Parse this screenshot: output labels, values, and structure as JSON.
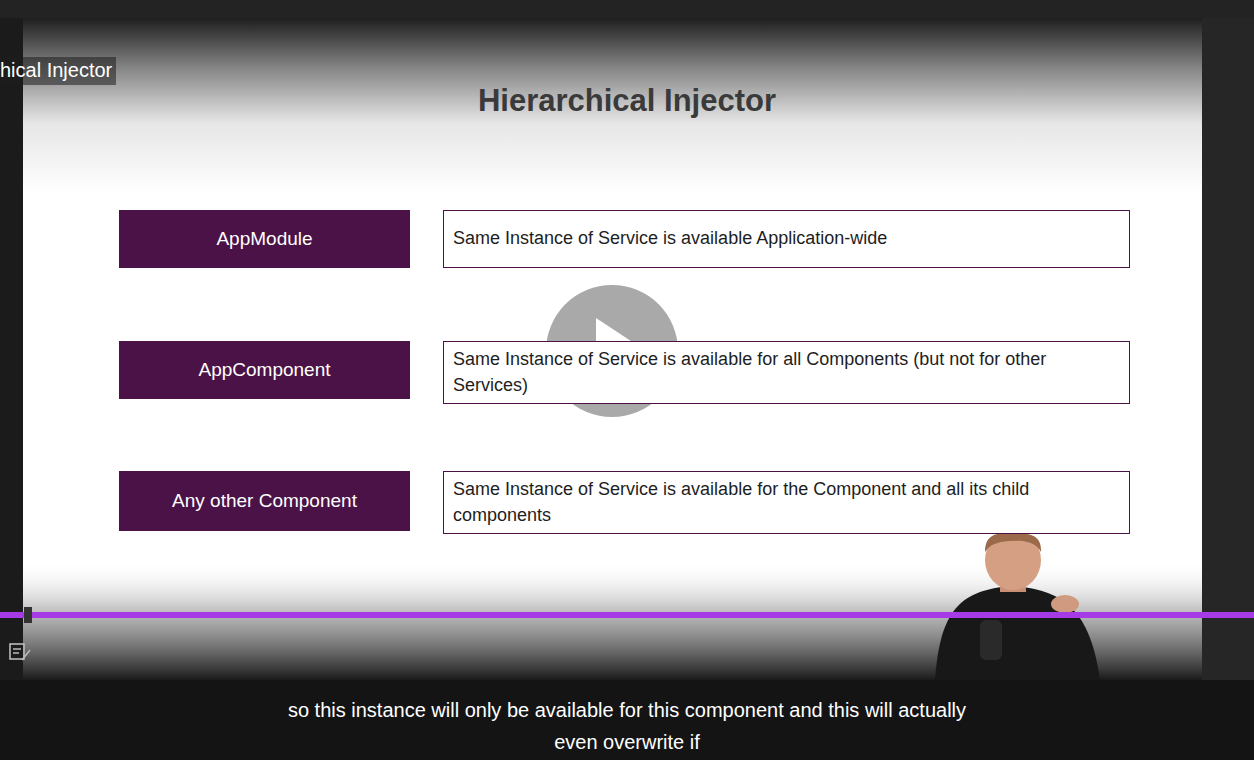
{
  "diagram": {
    "title": "Hierarchical Injector",
    "nodes": [
      {
        "text": [
          "AppModule"
        ]
      },
      {
        "text": [
          "Same Instance of Service is available Application-wide"
        ]
      },
      {
        "text": [
          "AppComponent"
        ]
      },
      {
        "text": [
          "Same Instance of Service is available for all Components (but not for other Services)"
        ]
      },
      {
        "text": [
          "Any other Component"
        ]
      },
      {
        "text": [
          "Same Instance of Service is available for the Component and all its child components"
        ]
      }
    ],
    "labels": [
      "hical Injector",
      "so this instance will only be available for this component and this will actually even overwrite if"
    ]
  }
}
